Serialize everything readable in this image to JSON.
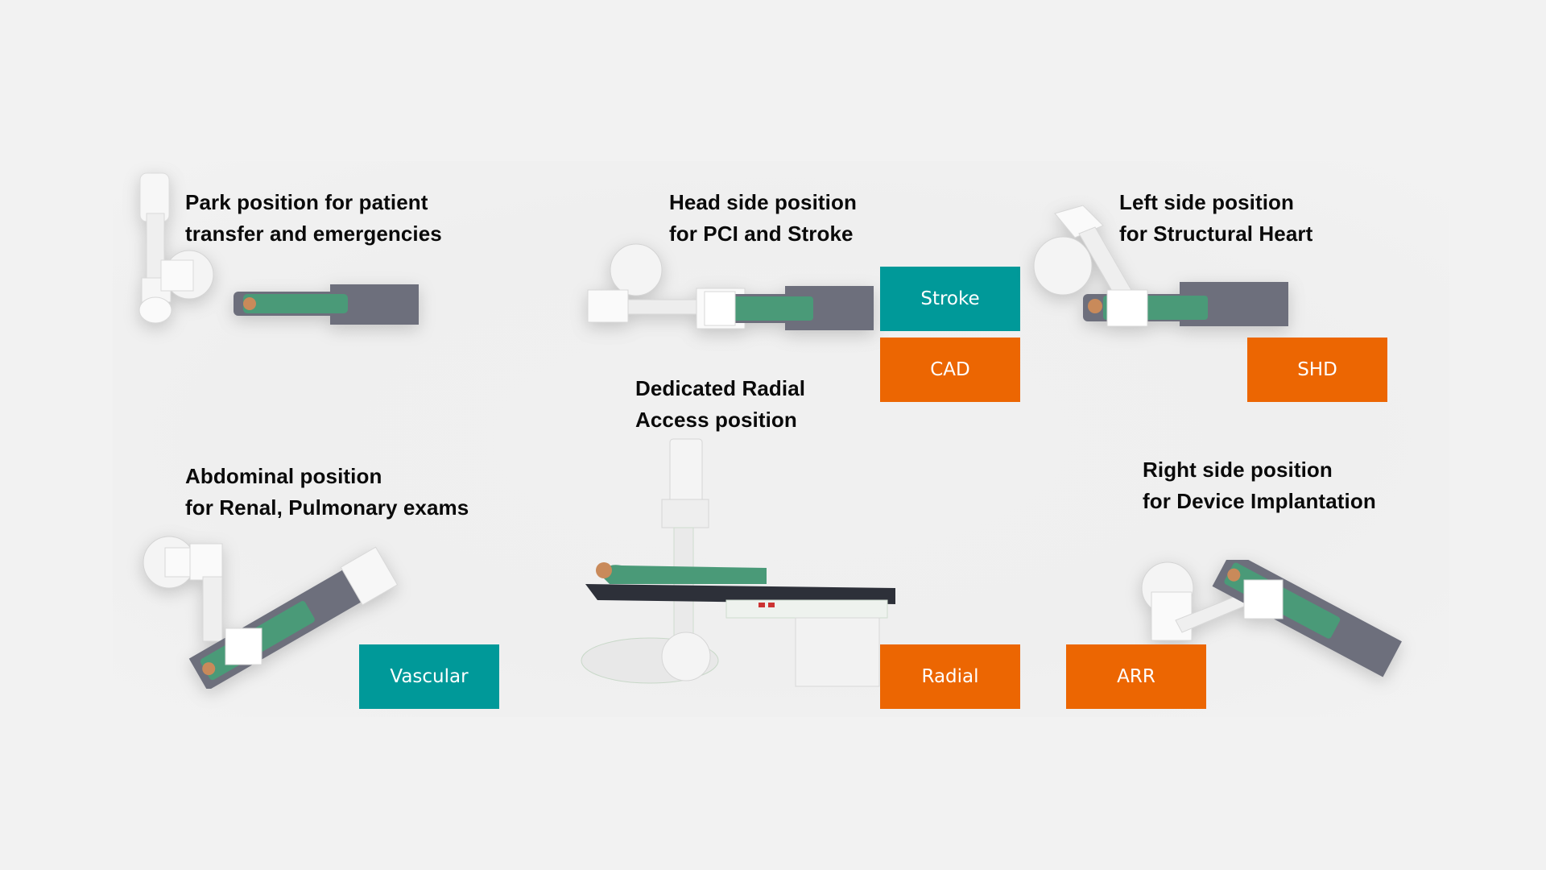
{
  "colors": {
    "background": "#f2f2f2",
    "teal": "#009999",
    "orange": "#ec6602",
    "caption_text": "#0a0a0a",
    "tag_text": "#ffffff",
    "scrubs_green": "#4a9a78",
    "table_gray": "#6d6f7c"
  },
  "positions": [
    {
      "id": "park",
      "caption": [
        "Park position for patient",
        "transfer and emergencies"
      ],
      "tags": []
    },
    {
      "id": "head-side",
      "caption": [
        "Head side position",
        "for PCI and Stroke"
      ],
      "tags": [
        {
          "label": "Stroke",
          "color": "teal"
        },
        {
          "label": "CAD",
          "color": "orange"
        }
      ]
    },
    {
      "id": "left-side",
      "caption": [
        "Left side position",
        "for Structural Heart"
      ],
      "tags": [
        {
          "label": "SHD",
          "color": "orange"
        }
      ]
    },
    {
      "id": "abdominal",
      "caption": [
        "Abdominal position",
        "for Renal, Pulmonary exams"
      ],
      "tags": [
        {
          "label": "Vascular",
          "color": "teal"
        }
      ]
    },
    {
      "id": "radial",
      "caption": [
        "Dedicated Radial",
        "Access position"
      ],
      "tags": [
        {
          "label": "Radial",
          "color": "orange"
        }
      ]
    },
    {
      "id": "right-side",
      "caption": [
        "Right side position",
        "for Device Implantation"
      ],
      "tags": [
        {
          "label": "ARR",
          "color": "orange"
        }
      ]
    }
  ]
}
